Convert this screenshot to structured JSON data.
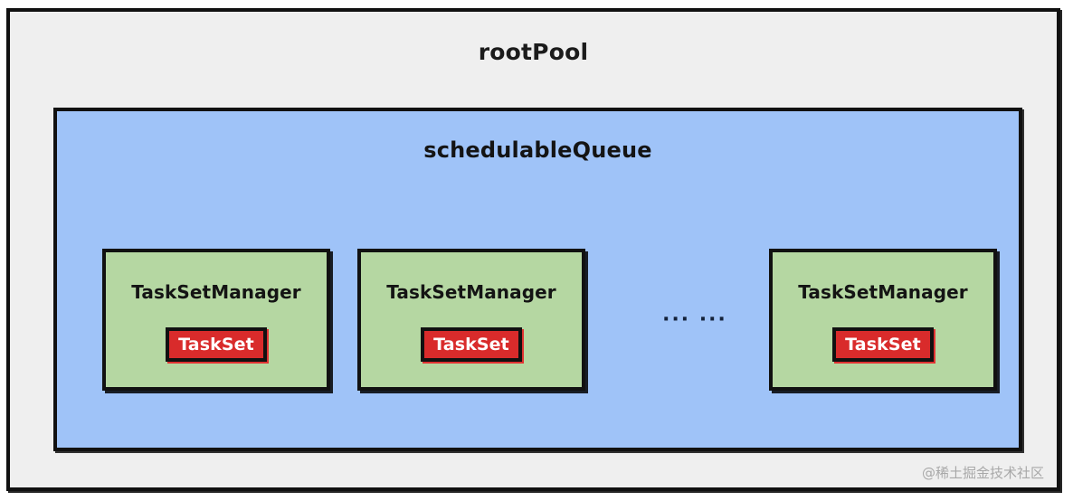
{
  "diagram": {
    "root_pool": {
      "title": "rootPool",
      "background_color": "#efefef",
      "border_color": "#111111"
    },
    "schedulable_queue": {
      "title": "schedulableQueue",
      "background_color": "#9fc3f8",
      "border_color": "#111111"
    },
    "task_set_managers": [
      {
        "label": "TaskSetManager",
        "task_set": {
          "label": "TaskSet"
        },
        "background_color": "#b5d7a2"
      },
      {
        "label": "TaskSetManager",
        "task_set": {
          "label": "TaskSet"
        },
        "background_color": "#b5d7a2"
      },
      {
        "label": "TaskSetManager",
        "task_set": {
          "label": "TaskSet"
        },
        "background_color": "#b5d7a2"
      }
    ],
    "ellipsis": "∙∙∙ ∙∙∙",
    "task_set_color": "#d92b2b"
  },
  "watermark": {
    "text": "@稀土掘金技术社区"
  }
}
